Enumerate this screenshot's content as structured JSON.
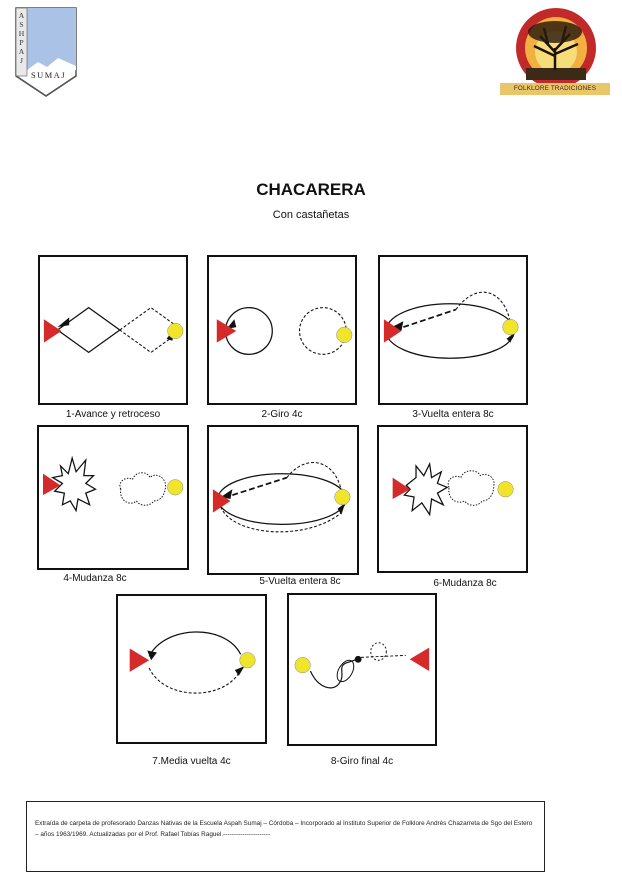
{
  "header": {
    "left_logo": {
      "vertical_text": "ASHPAJ",
      "horizontal_text": "SUMAJ"
    },
    "right_logo": {
      "label": "FOLKLORE TRADICIONES"
    }
  },
  "document": {
    "title": "CHACARERA",
    "subtitle": "Con castañetas"
  },
  "figures": [
    {
      "caption": "1-Avance y retroceso"
    },
    {
      "caption": "2-Giro 4c"
    },
    {
      "caption": "3-Vuelta entera 8c"
    },
    {
      "caption": "4-Mudanza 8c"
    },
    {
      "caption": "5-Vuelta entera 8c"
    },
    {
      "caption": "6-Mudanza 8c"
    },
    {
      "caption": "7.Media vuelta 4c"
    },
    {
      "caption": "8-Giro final 4c"
    }
  ],
  "colors": {
    "woman_marker": "#d42a2a",
    "man_marker": "#f0e52a",
    "line": "#111111"
  },
  "footer": {
    "text": "Extraída de carpeta de profesorado Danzas Nativas de la Escuela Aspah Sumaj – Córdoba – Incorporado al Instituto Superior de Folklore Andrés Chazarreta de Sgo del Estero – años 1963/1969. Actualizadas por el Prof. Rafael Tobías Raguel.----------------------"
  }
}
